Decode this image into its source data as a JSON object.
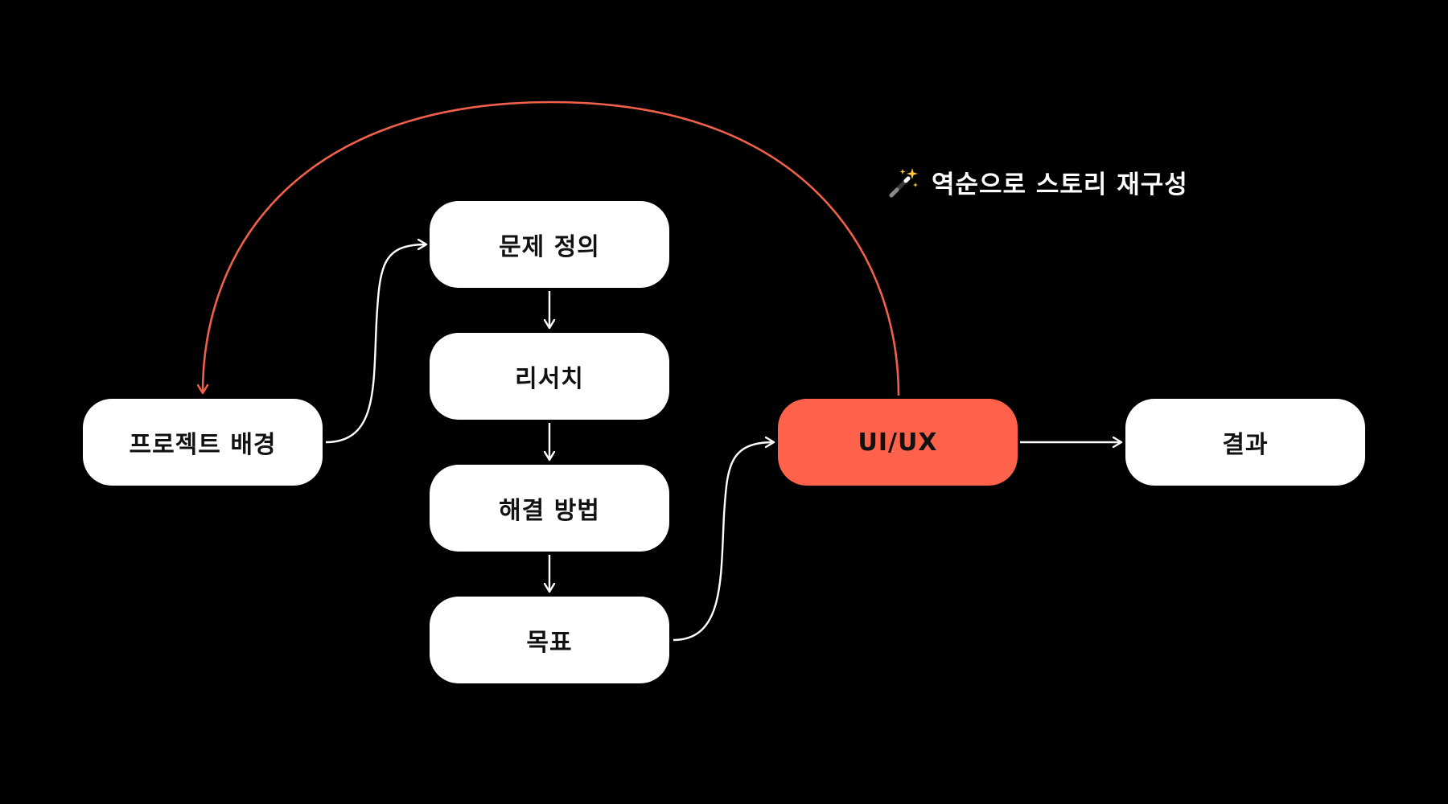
{
  "nodes": {
    "background": "프로젝트 배경",
    "problem": "문제 정의",
    "research": "리서치",
    "solution": "해결 방법",
    "goal": "목표",
    "uiux": "UI/UX",
    "result": "결과"
  },
  "annotation": {
    "icon": "magic-wand-icon",
    "text": "역순으로 스토리 재구성"
  },
  "colors": {
    "background": "#000000",
    "node_fill": "#ffffff",
    "highlight": "#fe624a",
    "connector": "#ffffff",
    "loop_arrow": "#f0604a"
  }
}
